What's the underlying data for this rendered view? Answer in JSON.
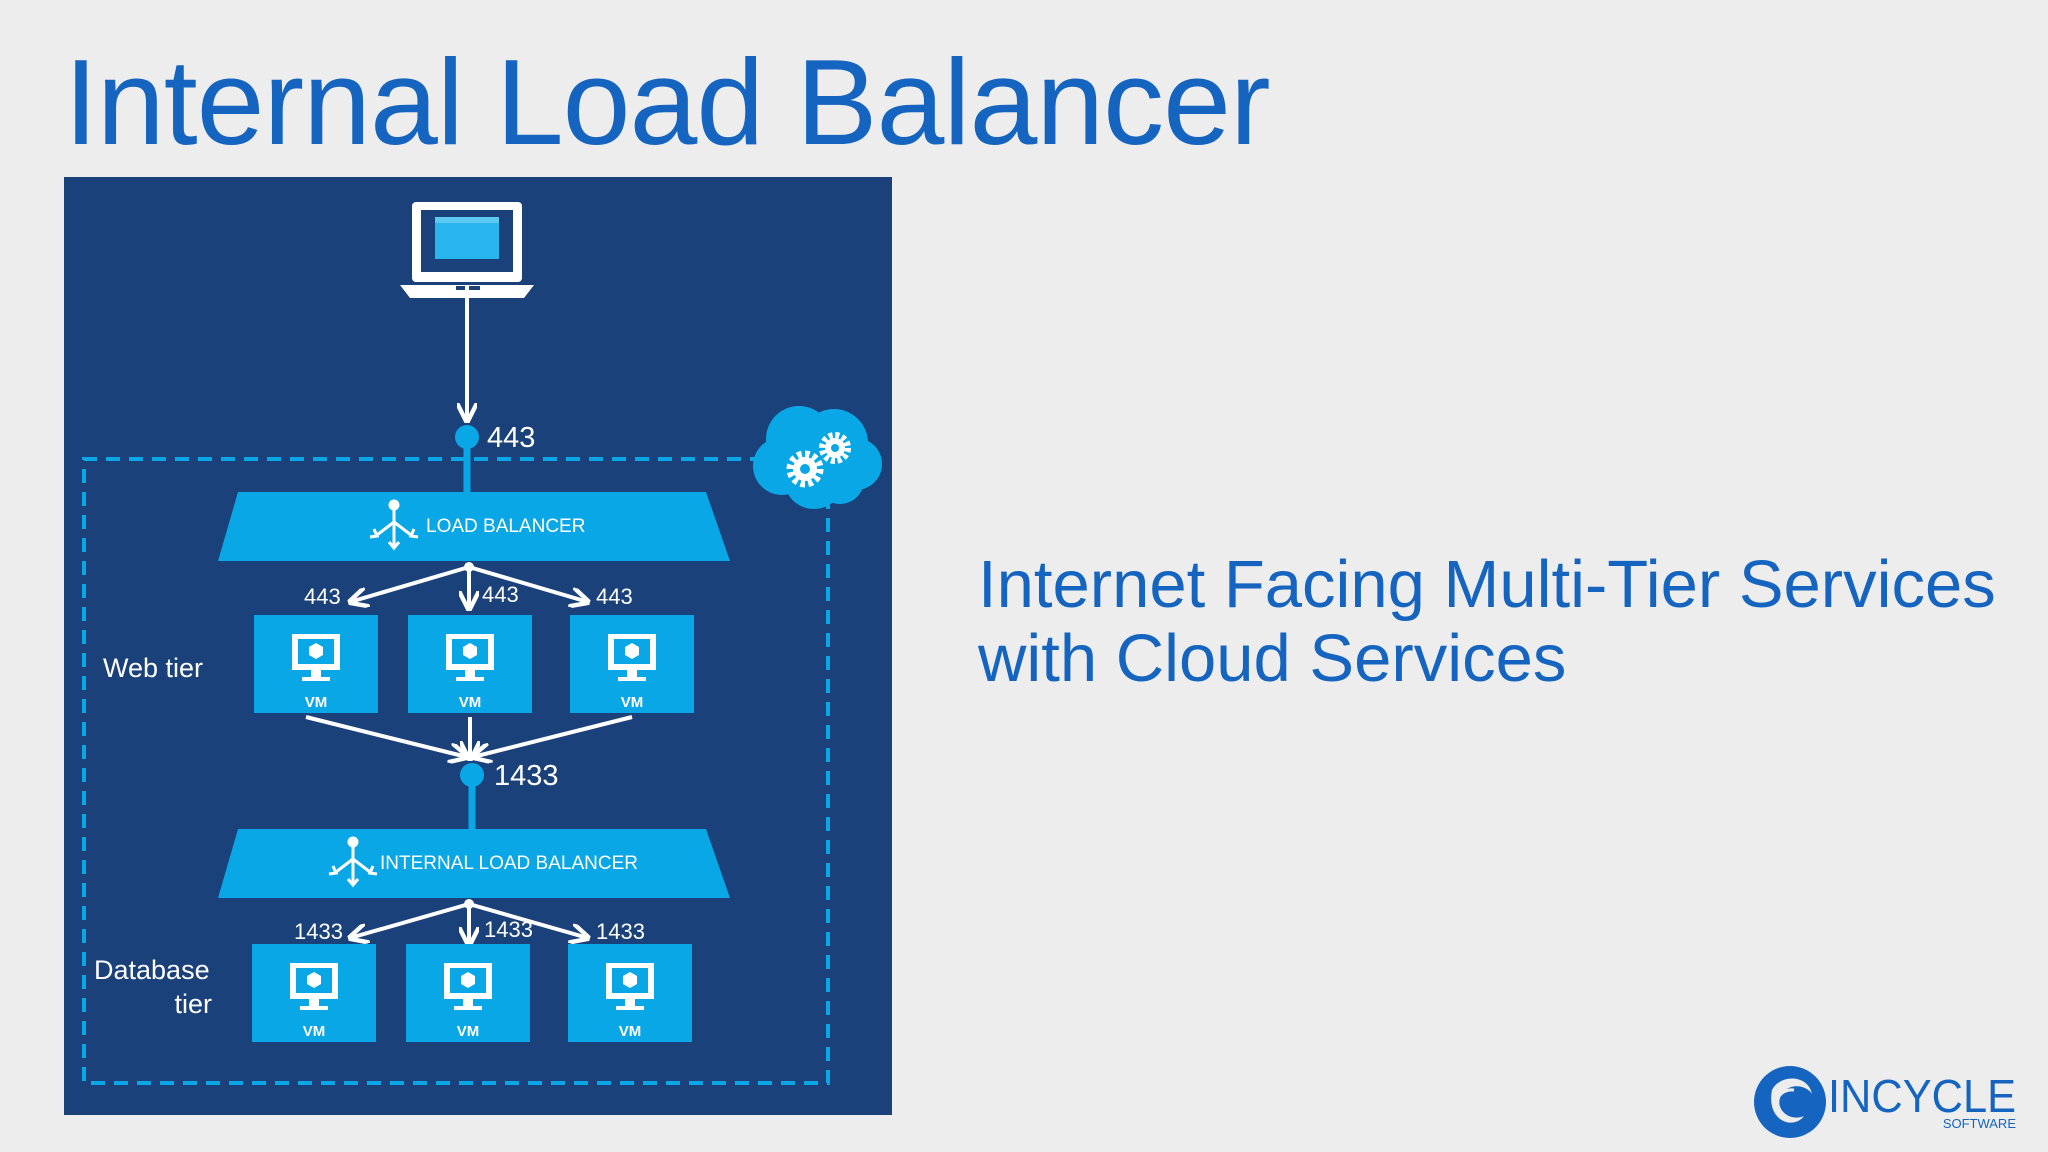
{
  "slide": {
    "title": "Internal Load Balancer",
    "subtitle_line1": "Internet Facing Multi-Tier Services",
    "subtitle_line2": "with Cloud Services"
  },
  "diagram": {
    "top_port": "443",
    "load_balancer_label": "LOAD BALANCER",
    "web_ports": [
      "443",
      "443",
      "443"
    ],
    "web_tier_label": "Web tier",
    "web_vms": [
      "VM",
      "VM",
      "VM"
    ],
    "mid_port": "1433",
    "internal_lb_label": "INTERNAL LOAD BALANCER",
    "db_ports": [
      "1433",
      "1433",
      "1433"
    ],
    "db_tier_label_line1": "Database",
    "db_tier_label_line2": "tier",
    "db_vms": [
      "VM",
      "VM",
      "VM"
    ]
  },
  "logo": {
    "brand": "INCYCLE",
    "tagline": "SOFTWARE"
  },
  "colors": {
    "title_blue": "#1565c0",
    "panel_navy": "#1b417a",
    "accent_cyan": "#0aa7e6",
    "background": "#ededed"
  }
}
